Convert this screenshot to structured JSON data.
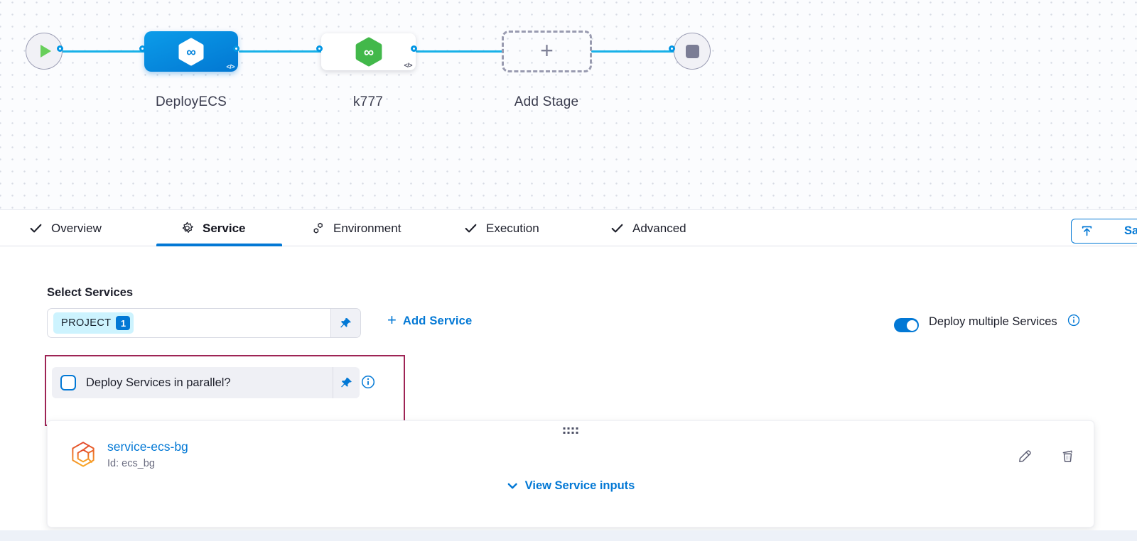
{
  "pipeline": {
    "stages": [
      {
        "name": "DeployECS",
        "state": "selected",
        "code_badge": "</>"
      },
      {
        "name": "k777",
        "state": "default",
        "code_badge": "</>"
      },
      {
        "name": "Add Stage",
        "state": "placeholder",
        "plus_glyph": "+"
      }
    ],
    "connector_color": "#18b1e8"
  },
  "tabs": {
    "items": [
      {
        "label": "Overview",
        "icon": "check-icon",
        "active": false
      },
      {
        "label": "Service",
        "icon": "gear-icon",
        "active": true
      },
      {
        "label": "Environment",
        "icon": "environment-icon",
        "active": false
      },
      {
        "label": "Execution",
        "icon": "check-icon",
        "active": false
      },
      {
        "label": "Advanced",
        "icon": "check-icon",
        "active": false
      }
    ],
    "save_label": "Save"
  },
  "service_tab": {
    "select_services_label": "Select Services",
    "services_field": {
      "tag_label": "PROJECT",
      "tag_count": "1"
    },
    "add_service": {
      "plus_glyph": "+",
      "label": "Add Service"
    },
    "deploy_multiple": {
      "label": "Deploy multiple Services",
      "enabled": true
    },
    "parallel_option": {
      "label": "Deploy Services in parallel?",
      "checked": false
    },
    "service_card": {
      "name": "service-ecs-bg",
      "id_label": "Id: ecs_bg",
      "view_inputs_label": "View Service inputs"
    }
  },
  "colors": {
    "accent_blue": "#0278d5",
    "connector_cyan": "#18b1e8",
    "stage_blue": "#0292e3",
    "stage_green": "#42b44a",
    "highlight_border": "#9e2455",
    "service_icon_orange": "#ee7429",
    "tag_background": "#cdf3fe"
  }
}
